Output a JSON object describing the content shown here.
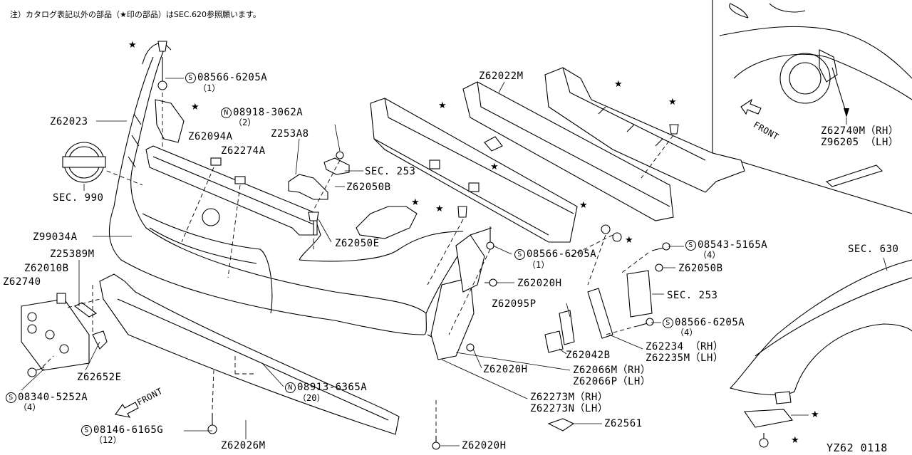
{
  "note": "注）カタログ表記以外の部品（★印の部品）はSEC.620参照願います。",
  "star_symbol": "★",
  "bolt_prefix": "S",
  "nut_prefix": "N",
  "labels": {
    "z62023": "Z62023",
    "z62094a": "Z62094A",
    "z62274a": "Z62274A",
    "z253a8": "Z253A8",
    "z62022m": "Z62022M",
    "z62740m": "Z62740M（RH）",
    "z96205": "Z96205 （LH）",
    "sec990": "SEC. 990",
    "sec253_top": "SEC. 253",
    "z62050b_top": "Z62050B",
    "z62050e": "Z62050E",
    "z99034a": "Z99034A",
    "z25389m": "Z25389M",
    "z62010b": "Z62010B",
    "z62740": "Z62740",
    "z62652e": "Z62652E",
    "z62020h_a": "Z62020H",
    "z62095p": "Z62095P",
    "z62042b": "Z62042B",
    "z62050b_right": "Z62050B",
    "sec253_right": "SEC. 253",
    "sec630": "SEC. 630",
    "z62234": "Z62234 （RH）",
    "z62235m": "Z62235M（LH）",
    "z62066m": "Z62066M（RH）",
    "z62066p": "Z62066P（LH）",
    "z62020h_b": "Z62020H",
    "z62273m": "Z62273M（RH）",
    "z62273n": "Z62273N（LH）",
    "z62561": "Z62561",
    "z62026m": "Z62026M",
    "z62020h_c": "Z62020H",
    "front_a": "FRONT",
    "front_b": "FRONT",
    "code": "YZ62 0118"
  },
  "fasteners": {
    "f1": {
      "part": "08566-6205A",
      "qty": "（1）"
    },
    "f2": {
      "part": "08918-3062A",
      "qty": "（2）"
    },
    "f3": {
      "part": "08566-6205A",
      "qty": "（1）"
    },
    "f4": {
      "part": "08543-5165A",
      "qty": "（4）"
    },
    "f5": {
      "part": "08566-6205A",
      "qty": "（4）"
    },
    "f6": {
      "part": "08913-6365A",
      "qty": "（20）"
    },
    "f7": {
      "part": "08340-5252A",
      "qty": "（4）"
    },
    "f8": {
      "part": "08146-6165G",
      "qty": "（12）"
    }
  }
}
